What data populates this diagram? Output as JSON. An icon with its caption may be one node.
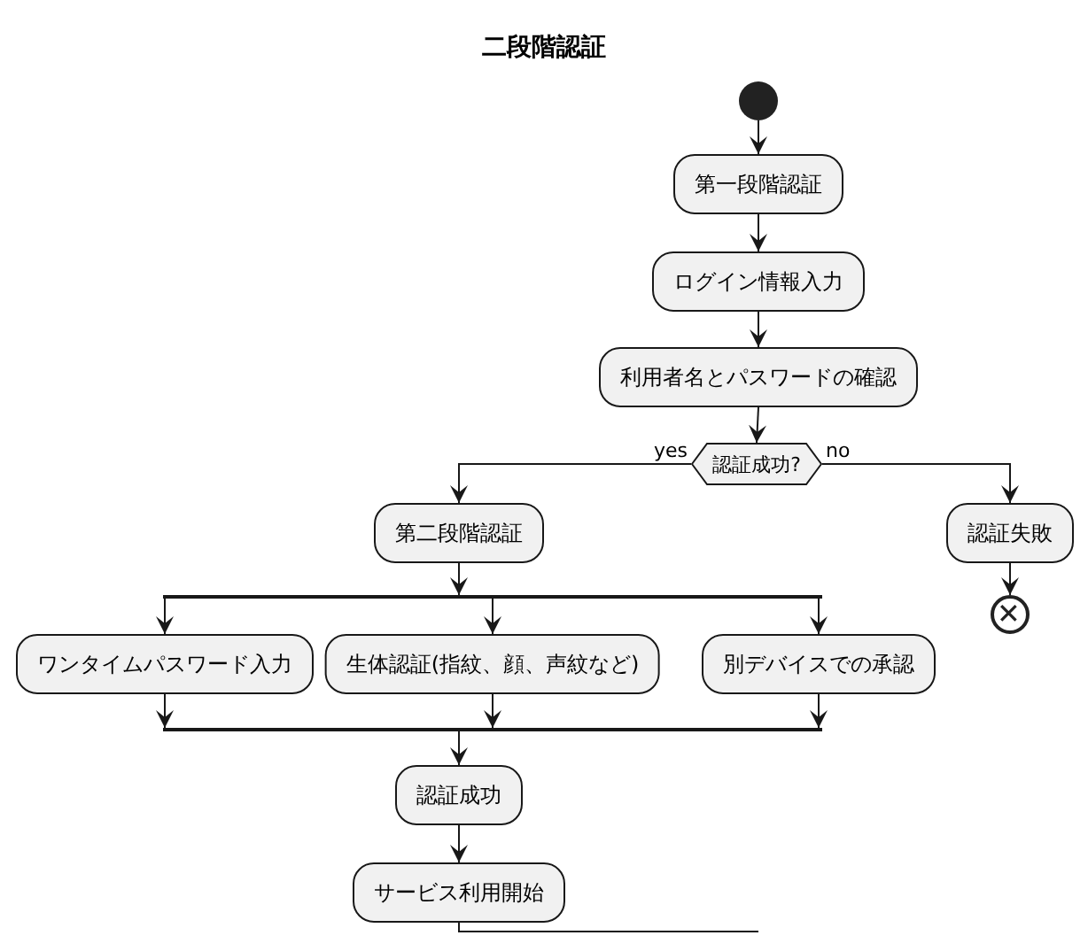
{
  "diagram": {
    "title": "二段階認証",
    "nodes": [
      {
        "text": [],
        "shape": "circle"
      },
      {
        "text": [
          "第一段階認証"
        ]
      },
      {
        "text": [
          "ログイン情報入力"
        ]
      },
      {
        "text": [
          "利用者名とパスワードの確認"
        ]
      },
      {
        "text": [
          "認証成功?"
        ]
      },
      {
        "text": [
          "第二段階認証"
        ]
      },
      {
        "text": [
          "認証失敗"
        ]
      },
      {
        "text": [],
        "shape": "bar"
      },
      {
        "text": [
          "ワンタイムパスワード入力"
        ]
      },
      {
        "text": [
          "生体認証(指紋、顔、声紋など)"
        ]
      },
      {
        "text": [
          "別デバイスでの承認"
        ]
      },
      {
        "text": [],
        "shape": "circle"
      },
      {
        "text": [],
        "shape": "bar"
      },
      {
        "text": [
          "認証成功"
        ]
      },
      {
        "text": [
          "サービス利用開始"
        ]
      }
    ],
    "edges": [
      {
        "from": 0,
        "to": 1,
        "arrow": "to"
      },
      {
        "from": 1,
        "to": 2,
        "arrow": "to"
      },
      {
        "from": 2,
        "to": 3,
        "arrow": "to"
      },
      {
        "from": 3,
        "to": 4,
        "arrow": "to"
      },
      {
        "from": 4,
        "to": 5,
        "arrow": "to",
        "label": "yes"
      },
      {
        "from": 4,
        "to": 6,
        "arrow": "to",
        "label": "no"
      },
      {
        "from": 6,
        "to": 11,
        "arrow": "to"
      },
      {
        "from": 5,
        "to": 7,
        "arrow": "to"
      },
      {
        "from": 7,
        "to": 8,
        "arrow": "to"
      },
      {
        "from": 7,
        "to": 9,
        "arrow": "to"
      },
      {
        "from": 7,
        "to": 10,
        "arrow": "to"
      },
      {
        "from": 8,
        "to": 12,
        "arrow": "to"
      },
      {
        "from": 9,
        "to": 12,
        "arrow": "to"
      },
      {
        "from": 10,
        "to": 12,
        "arrow": "to"
      },
      {
        "from": 12,
        "to": 13,
        "arrow": "to"
      },
      {
        "from": 13,
        "to": 14,
        "arrow": "to"
      },
      {
        "from": 14,
        "to": null,
        "arrow": "none"
      }
    ]
  }
}
